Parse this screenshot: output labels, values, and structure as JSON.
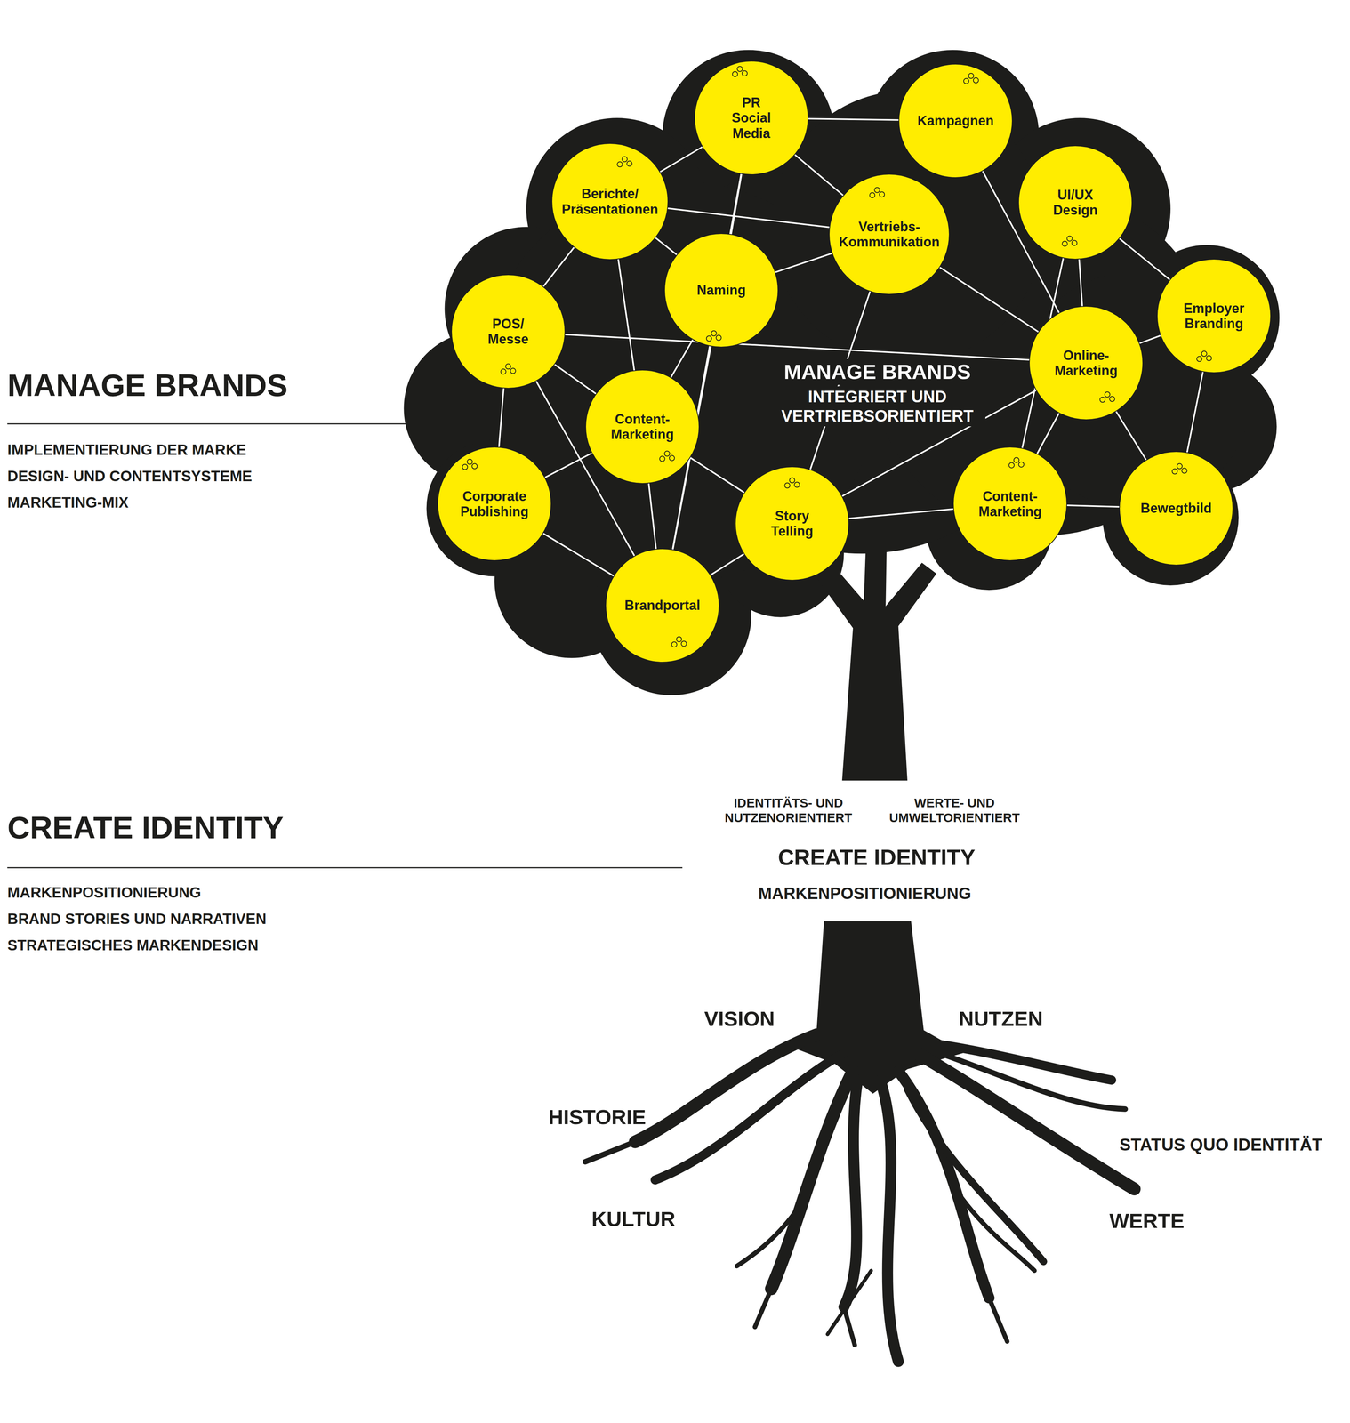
{
  "diagram": {
    "nodes": [
      {
        "text": [
          "PR Social Media"
        ]
      },
      {
        "text": [
          "Kampagnen"
        ]
      },
      {
        "text": [
          "Berichte/ Präsentationen"
        ]
      },
      {
        "text": [
          "Vertriebs- Kommunikation"
        ]
      },
      {
        "text": [
          "UI/UX Design"
        ]
      },
      {
        "text": [
          "Naming"
        ]
      },
      {
        "text": [
          "POS/ Messe"
        ]
      },
      {
        "text": [
          "Employer Branding"
        ]
      },
      {
        "text": [
          "Online- Marketing"
        ]
      },
      {
        "text": [
          "Content- Marketing"
        ]
      },
      {
        "text": [
          "Corporate Publishing"
        ]
      },
      {
        "text": [
          "Story Telling"
        ]
      },
      {
        "text": [
          "Content- Marketing"
        ]
      },
      {
        "text": [
          "Bewegtbild"
        ]
      },
      {
        "text": [
          "Brandportal"
        ]
      }
    ],
    "edges": [
      {
        "from": 0,
        "to": 2,
        "arrow": "none"
      },
      {
        "from": 0,
        "to": 3,
        "arrow": "none"
      },
      {
        "from": 0,
        "to": 1,
        "arrow": "none"
      },
      {
        "from": 0,
        "to": 5,
        "arrow": "none"
      },
      {
        "from": 0,
        "to": 14,
        "arrow": "none"
      },
      {
        "from": 2,
        "to": 3,
        "arrow": "none"
      },
      {
        "from": 2,
        "to": 6,
        "arrow": "none"
      },
      {
        "from": 2,
        "to": 5,
        "arrow": "none"
      },
      {
        "from": 2,
        "to": 9,
        "arrow": "none"
      },
      {
        "from": 1,
        "to": 8,
        "arrow": "none"
      },
      {
        "from": 4,
        "to": 7,
        "arrow": "none"
      },
      {
        "from": 4,
        "to": 8,
        "arrow": "none"
      },
      {
        "from": 4,
        "to": 12,
        "arrow": "none"
      },
      {
        "from": 7,
        "to": 8,
        "arrow": "none"
      },
      {
        "from": 7,
        "to": 13,
        "arrow": "none"
      },
      {
        "from": 8,
        "to": 13,
        "arrow": "none"
      },
      {
        "from": 8,
        "to": 12,
        "arrow": "none"
      },
      {
        "from": 3,
        "to": 8,
        "arrow": "none"
      },
      {
        "from": 3,
        "to": 5,
        "arrow": "none"
      },
      {
        "from": 3,
        "to": 11,
        "arrow": "none"
      },
      {
        "from": 5,
        "to": 14,
        "arrow": "none"
      },
      {
        "from": 6,
        "to": 8,
        "arrow": "none"
      },
      {
        "from": 6,
        "to": 10,
        "arrow": "none"
      },
      {
        "from": 6,
        "to": 9,
        "arrow": "none"
      },
      {
        "from": 6,
        "to": 14,
        "arrow": "none"
      },
      {
        "from": 5,
        "to": 9,
        "arrow": "none"
      },
      {
        "from": 9,
        "to": 14,
        "arrow": "none"
      },
      {
        "from": 9,
        "to": 11,
        "arrow": "none"
      },
      {
        "from": 10,
        "to": 9,
        "arrow": "none"
      },
      {
        "from": 10,
        "to": 14,
        "arrow": "none"
      },
      {
        "from": 11,
        "to": 14,
        "arrow": "none"
      },
      {
        "from": 11,
        "to": 8,
        "arrow": "none"
      },
      {
        "from": 12,
        "to": 13,
        "arrow": "none"
      },
      {
        "from": 11,
        "to": 12,
        "arrow": "none"
      }
    ],
    "labels": [
      "MANAGE BRANDS",
      "IMPLEMENTIERUNG DER MARKE",
      "DESIGN- UND CONTENTSYSTEME",
      "MARKETING-MIX",
      "CREATE IDENTITY",
      "MARKENPOSITIONIERUNG",
      "BRAND STORIES UND NARRATIVEN",
      "STRATEGISCHES MARKENDESIGN",
      "MANAGE BRANDS",
      "INTEGRIERT UND VERTRIEBSORIENTIERT",
      "IDENTITÄTS- UND NUTZENORIENTIERT",
      "WERTE- UND UMWELTORIENTIERT",
      "CREATE IDENTITY",
      "MARKENPOSITIONIERUNG",
      "VISION",
      "NUTZEN",
      "HISTORIE",
      "STATUS QUO IDENTITÄT",
      "KULTUR",
      "WERTE"
    ]
  }
}
